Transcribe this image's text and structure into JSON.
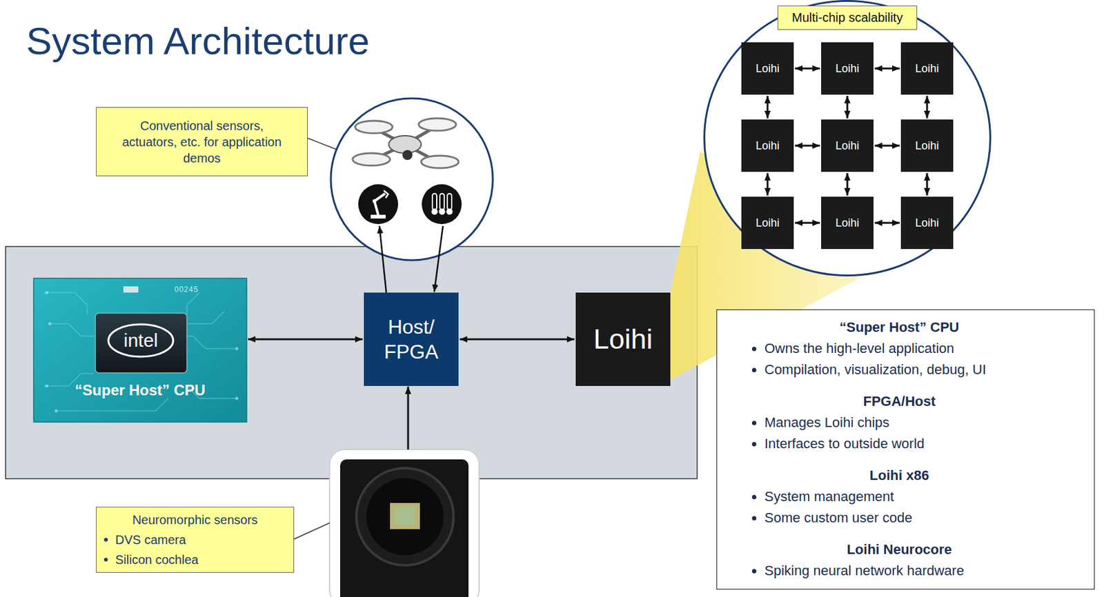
{
  "diagram": {
    "title": "System Architecture",
    "nodes": [
      {
        "text": [
          "Multi-chip scalability"
        ]
      },
      {
        "text": [
          "Loihi"
        ],
        "in": 0
      },
      {
        "text": [
          "Loihi"
        ],
        "in": 0
      },
      {
        "text": [
          "Loihi"
        ],
        "in": 0
      },
      {
        "text": [
          "Loihi"
        ],
        "in": 0
      },
      {
        "text": [
          "Loihi"
        ],
        "in": 0
      },
      {
        "text": [
          "Loihi"
        ],
        "in": 0
      },
      {
        "text": [
          "Loihi"
        ],
        "in": 0
      },
      {
        "text": [
          "Loihi"
        ],
        "in": 0
      },
      {
        "text": [
          "Loihi"
        ],
        "in": 0
      },
      {
        "text": [
          "Conventional sensors, actuators, etc. for application demos"
        ]
      },
      {
        "text": [
          "00245",
          "intel",
          "“Super Host” CPU"
        ]
      },
      {
        "text": [
          "Host/ FPGA"
        ]
      },
      {
        "text": [
          "Loihi"
        ]
      },
      {
        "text": [
          "“Super Host” CPU",
          "Owns the high-level application",
          "Compilation, visualization, debug, UI",
          "FPGA/Host",
          "Manages Loihi chips",
          "Interfaces to outside world",
          "Loihi x86",
          "System management",
          "Some custom user code",
          "Loihi Neurocore",
          "Spiking neural network hardware"
        ]
      },
      {
        "text": [
          "Neuromorphic sensors",
          "DVS camera",
          "Silicon cochlea"
        ]
      }
    ],
    "edges": [
      {
        "from": 11,
        "to": 12,
        "arrow": "both"
      },
      {
        "from": 12,
        "to": 13,
        "arrow": "both"
      },
      {
        "from": 1,
        "to": 2,
        "arrow": "both"
      },
      {
        "from": 2,
        "to": 3,
        "arrow": "both"
      },
      {
        "from": 4,
        "to": 5,
        "arrow": "both"
      },
      {
        "from": 5,
        "to": 6,
        "arrow": "both"
      },
      {
        "from": 7,
        "to": 8,
        "arrow": "both"
      },
      {
        "from": 8,
        "to": 9,
        "arrow": "both"
      },
      {
        "from": 1,
        "to": 4,
        "arrow": "both"
      },
      {
        "from": 2,
        "to": 5,
        "arrow": "both"
      },
      {
        "from": 3,
        "to": 6,
        "arrow": "both"
      },
      {
        "from": 4,
        "to": 7,
        "arrow": "both"
      },
      {
        "from": 5,
        "to": 8,
        "arrow": "both"
      },
      {
        "from": 6,
        "to": 9,
        "arrow": "both"
      }
    ]
  }
}
